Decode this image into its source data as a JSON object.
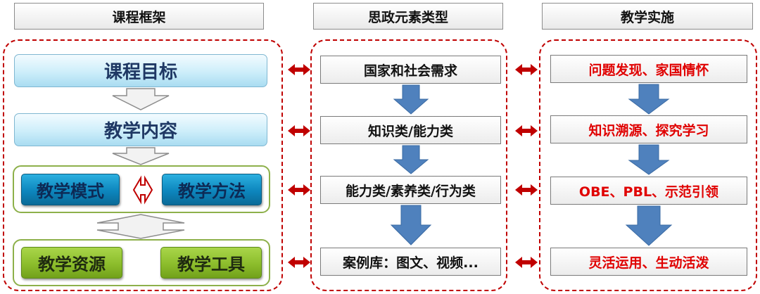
{
  "headers": {
    "framework": "课程框架",
    "elements": "思政元素类型",
    "implementation": "教学实施"
  },
  "framework": {
    "goal": "课程目标",
    "content": "教学内容",
    "mode": "教学模式",
    "method": "教学方法",
    "resource": "教学资源",
    "tool": "教学工具"
  },
  "elements": {
    "items": [
      "国家和社会需求",
      "知识类/能力类",
      "能力类/素养类/行为类",
      "案例库：图文、视频..."
    ]
  },
  "implementation": {
    "items": [
      "问题发现、家国情怀",
      "知识溯源、探究学习",
      "OBE、PBL、示范引领",
      "灵活运用、生动活泼"
    ]
  },
  "colors": {
    "dashed_border": "#c00000",
    "red_text": "#e00000",
    "arrow_blue": "#4f81bd",
    "double_arrow_red": "#c00000"
  }
}
